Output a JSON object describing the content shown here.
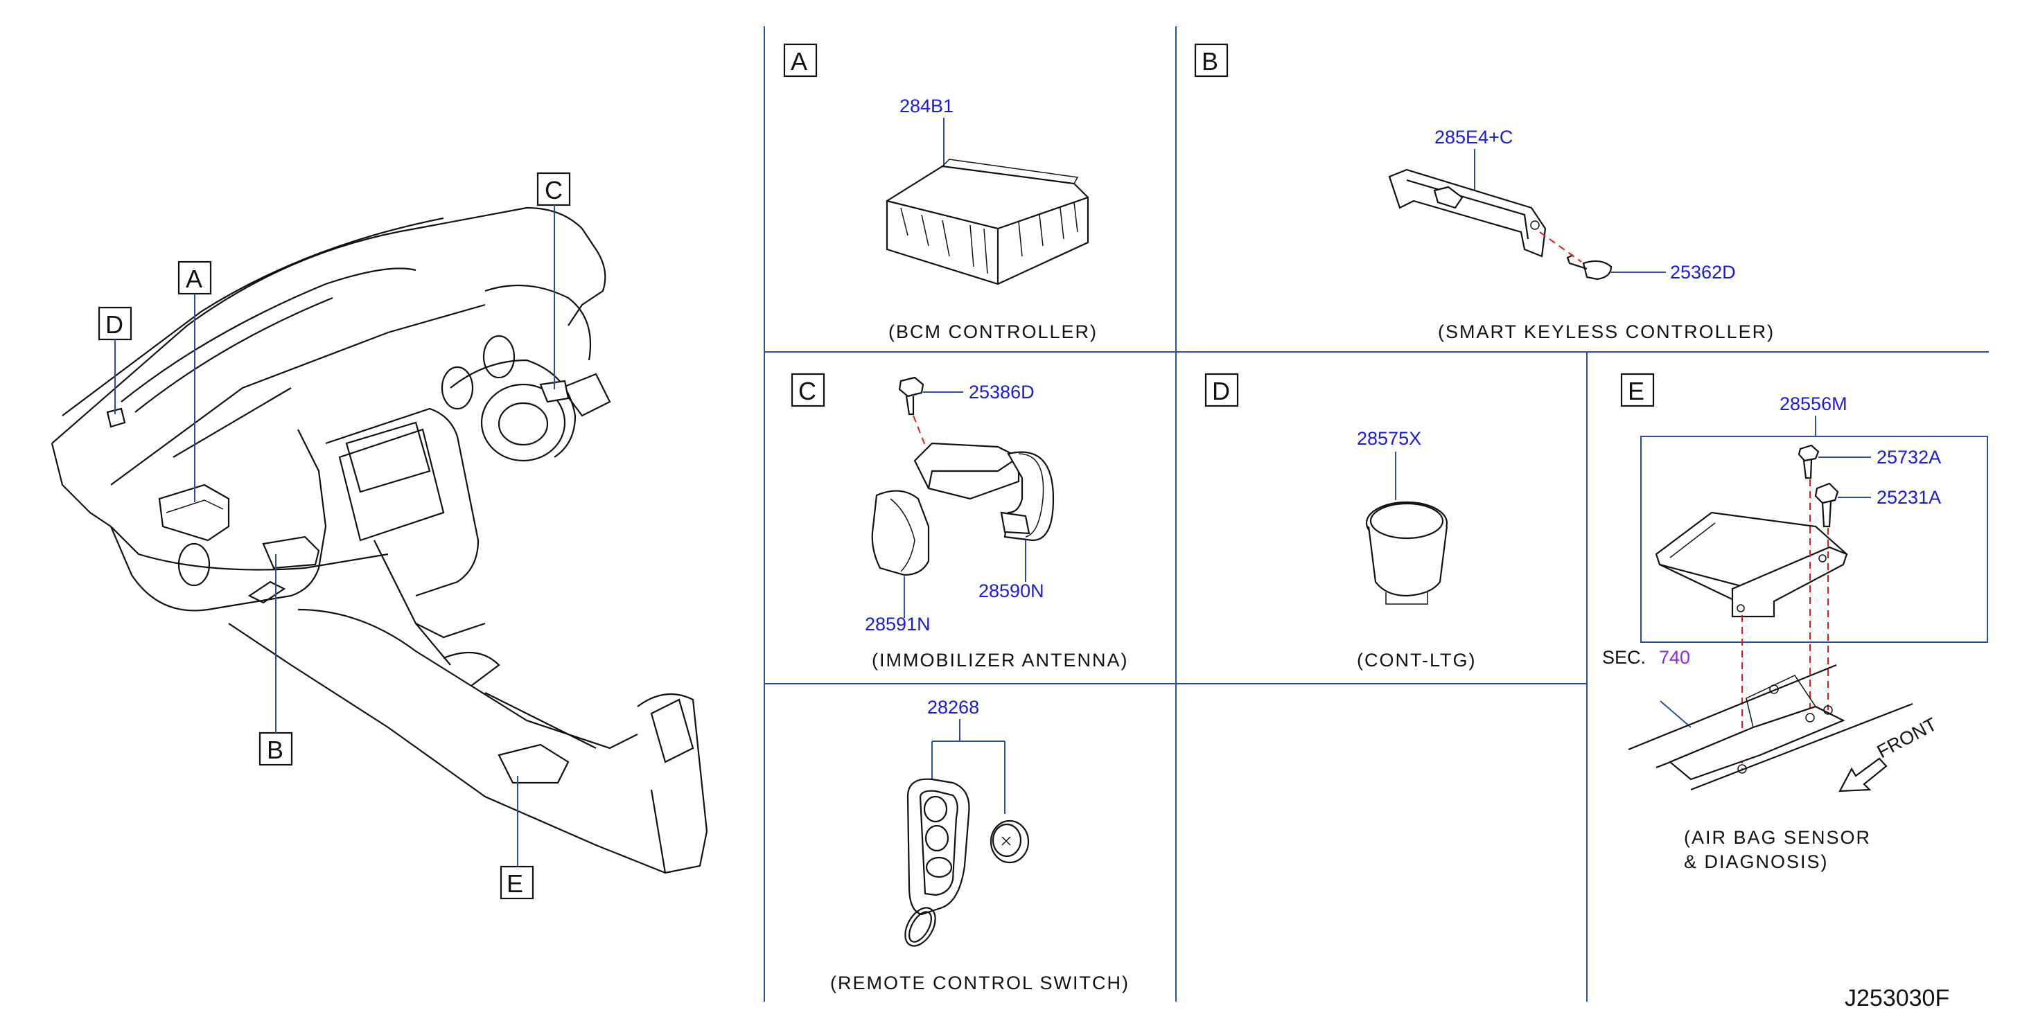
{
  "overview": {
    "callouts": [
      "A",
      "B",
      "C",
      "D",
      "E"
    ]
  },
  "panels": {
    "A": {
      "letter": "A",
      "parts": [
        "284B1"
      ],
      "caption": "(BCM   CONTROLLER)"
    },
    "B": {
      "letter": "B",
      "parts": [
        "285E4+C",
        "25362D"
      ],
      "caption": "(SMART   KEYLESS   CONTROLLER)"
    },
    "C": {
      "letter": "C",
      "parts": [
        "25386D",
        "28591N",
        "28590N"
      ],
      "caption": "(IMMOBILIZER   ANTENNA)"
    },
    "D": {
      "letter": "D",
      "parts": [
        "28575X"
      ],
      "caption": "(CONT-LTG)"
    },
    "E": {
      "letter": "E",
      "parts": [
        "28556M",
        "25732A",
        "25231A"
      ],
      "sec_label": "SEC.",
      "sec_number": "740",
      "direction": "FRONT",
      "caption_line1": "(AIR   BAG   SENSOR",
      "caption_line2": "&   DIAGNOSIS)"
    },
    "remote": {
      "parts": [
        "28268"
      ],
      "caption": "(REMOTE   CONTROL   SWITCH)"
    }
  },
  "diagram_code": "J253030F",
  "colors": {
    "grid": "#2a4fa0",
    "part_number": "#1a1adc",
    "section_number": "#8a2be2",
    "guide_line": "#e01b1b"
  }
}
